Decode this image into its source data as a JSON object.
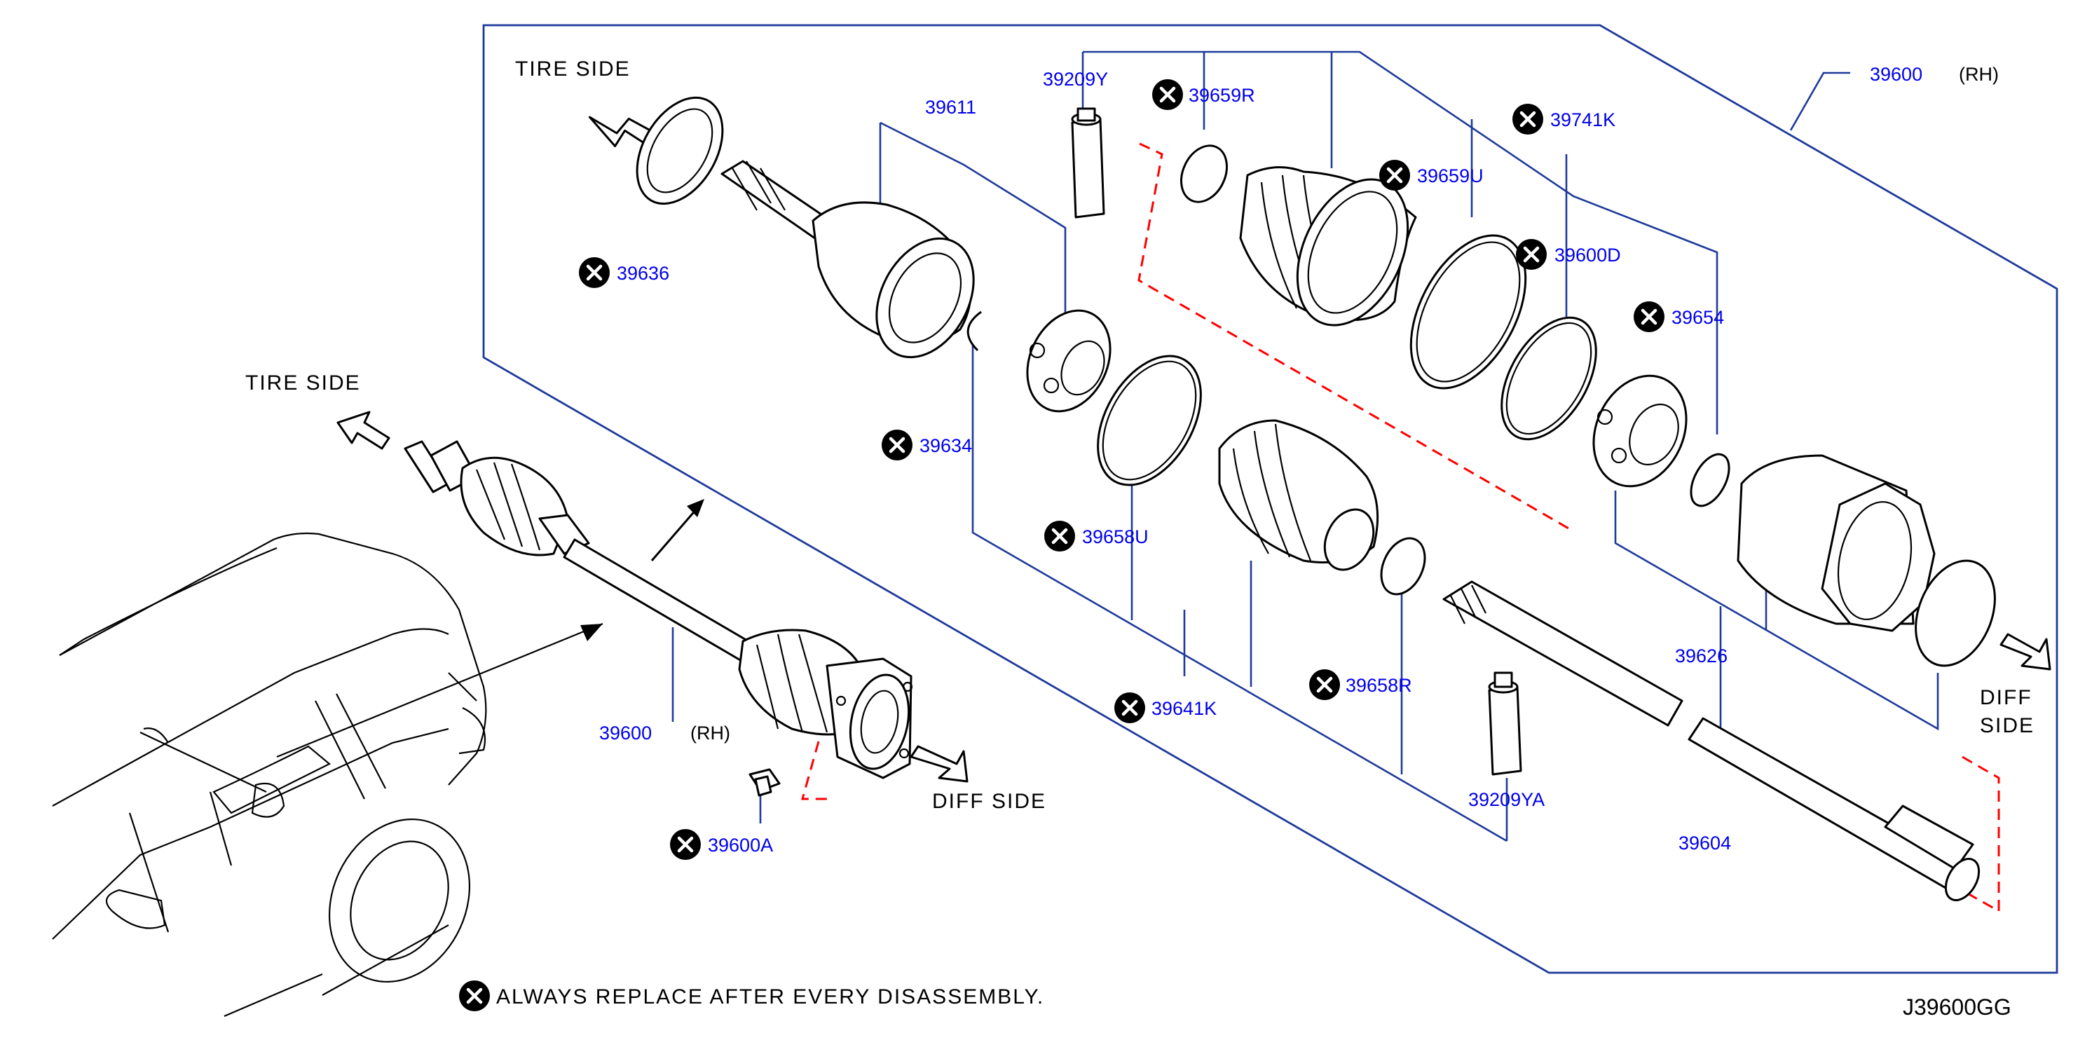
{
  "parts": {
    "p39600_main": "39600",
    "rh_main": "(RH)",
    "p39611": "39611",
    "p39209Y": "39209Y",
    "p39659R": "39659R",
    "p39741K": "39741K",
    "p39659U": "39659U",
    "p39600D": "39600D",
    "p39654": "39654",
    "p39636": "39636",
    "p39634": "39634",
    "p39658U": "39658U",
    "p39641K": "39641K",
    "p39658R": "39658R",
    "p39209YA": "39209YA",
    "p39626": "39626",
    "p39604": "39604",
    "p39600_left": "39600",
    "rh_left": "(RH)",
    "p39600A": "39600A"
  },
  "directions": {
    "tire_side_top": "TIRE SIDE",
    "tire_side_left": "TIRE SIDE",
    "diff_side_bottom": "DIFF SIDE",
    "diff_right_1": "DIFF",
    "diff_right_2": "SIDE"
  },
  "legend": {
    "text": "ALWAYS REPLACE AFTER EVERY DISASSEMBLY."
  },
  "diagram_code": "J39600GG",
  "colors": {
    "label": "#0000ee",
    "leader": "#1e3a9a",
    "dash": "#ff0000",
    "ink": "#000000"
  }
}
